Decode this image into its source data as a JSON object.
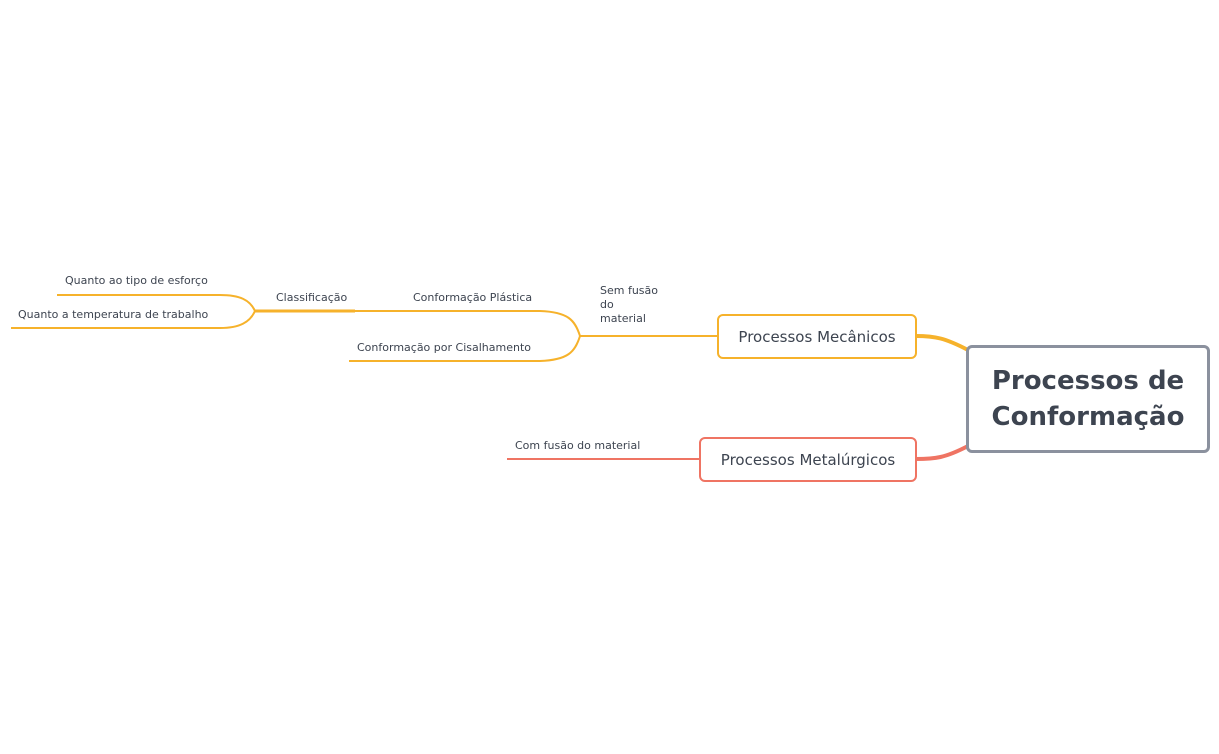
{
  "mindmap": {
    "root": {
      "label": "Processos de Conformação",
      "border_color": "#8b919e"
    },
    "branches": [
      {
        "label": "Processos Mecânicos",
        "color": "#f6b22b",
        "children": [
          {
            "label": "Sem fusão do material",
            "children": [
              {
                "label": "Conformação Plástica",
                "children": [
                  {
                    "label": "Classificação",
                    "children": [
                      {
                        "label": "Quanto ao tipo de esforço"
                      },
                      {
                        "label": "Quanto a temperatura de trabalho"
                      }
                    ]
                  }
                ]
              },
              {
                "label": "Conformação por Cisalhamento"
              }
            ]
          }
        ]
      },
      {
        "label": "Processos Metalúrgicos",
        "color": "#ef7463",
        "children": [
          {
            "label": "Com fusão do material"
          }
        ]
      }
    ]
  }
}
